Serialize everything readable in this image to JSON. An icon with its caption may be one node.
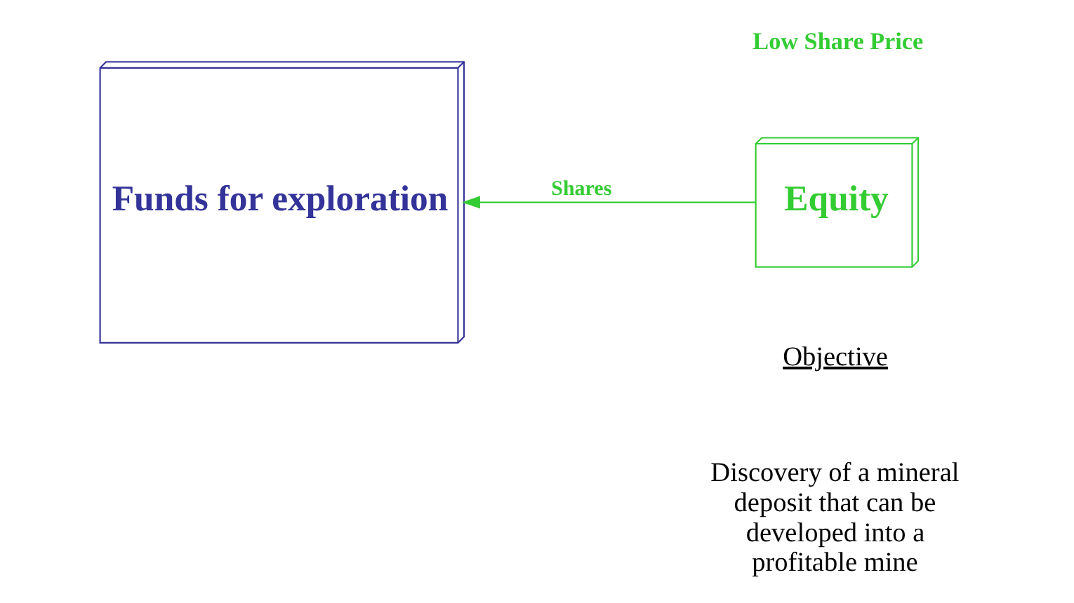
{
  "diagram": {
    "nodes": [
      {
        "text": [
          "Funds for exploration"
        ]
      },
      {
        "text": [
          "Equity"
        ]
      }
    ],
    "edges": [
      {
        "from": 1,
        "to": 0,
        "arrow": "to",
        "label": "Shares",
        "color": "#33cc33"
      }
    ],
    "labels": [
      "Low Share Price",
      "Objective",
      "Discovery of a mineral deposit that can be developed into a profitable mine"
    ]
  }
}
